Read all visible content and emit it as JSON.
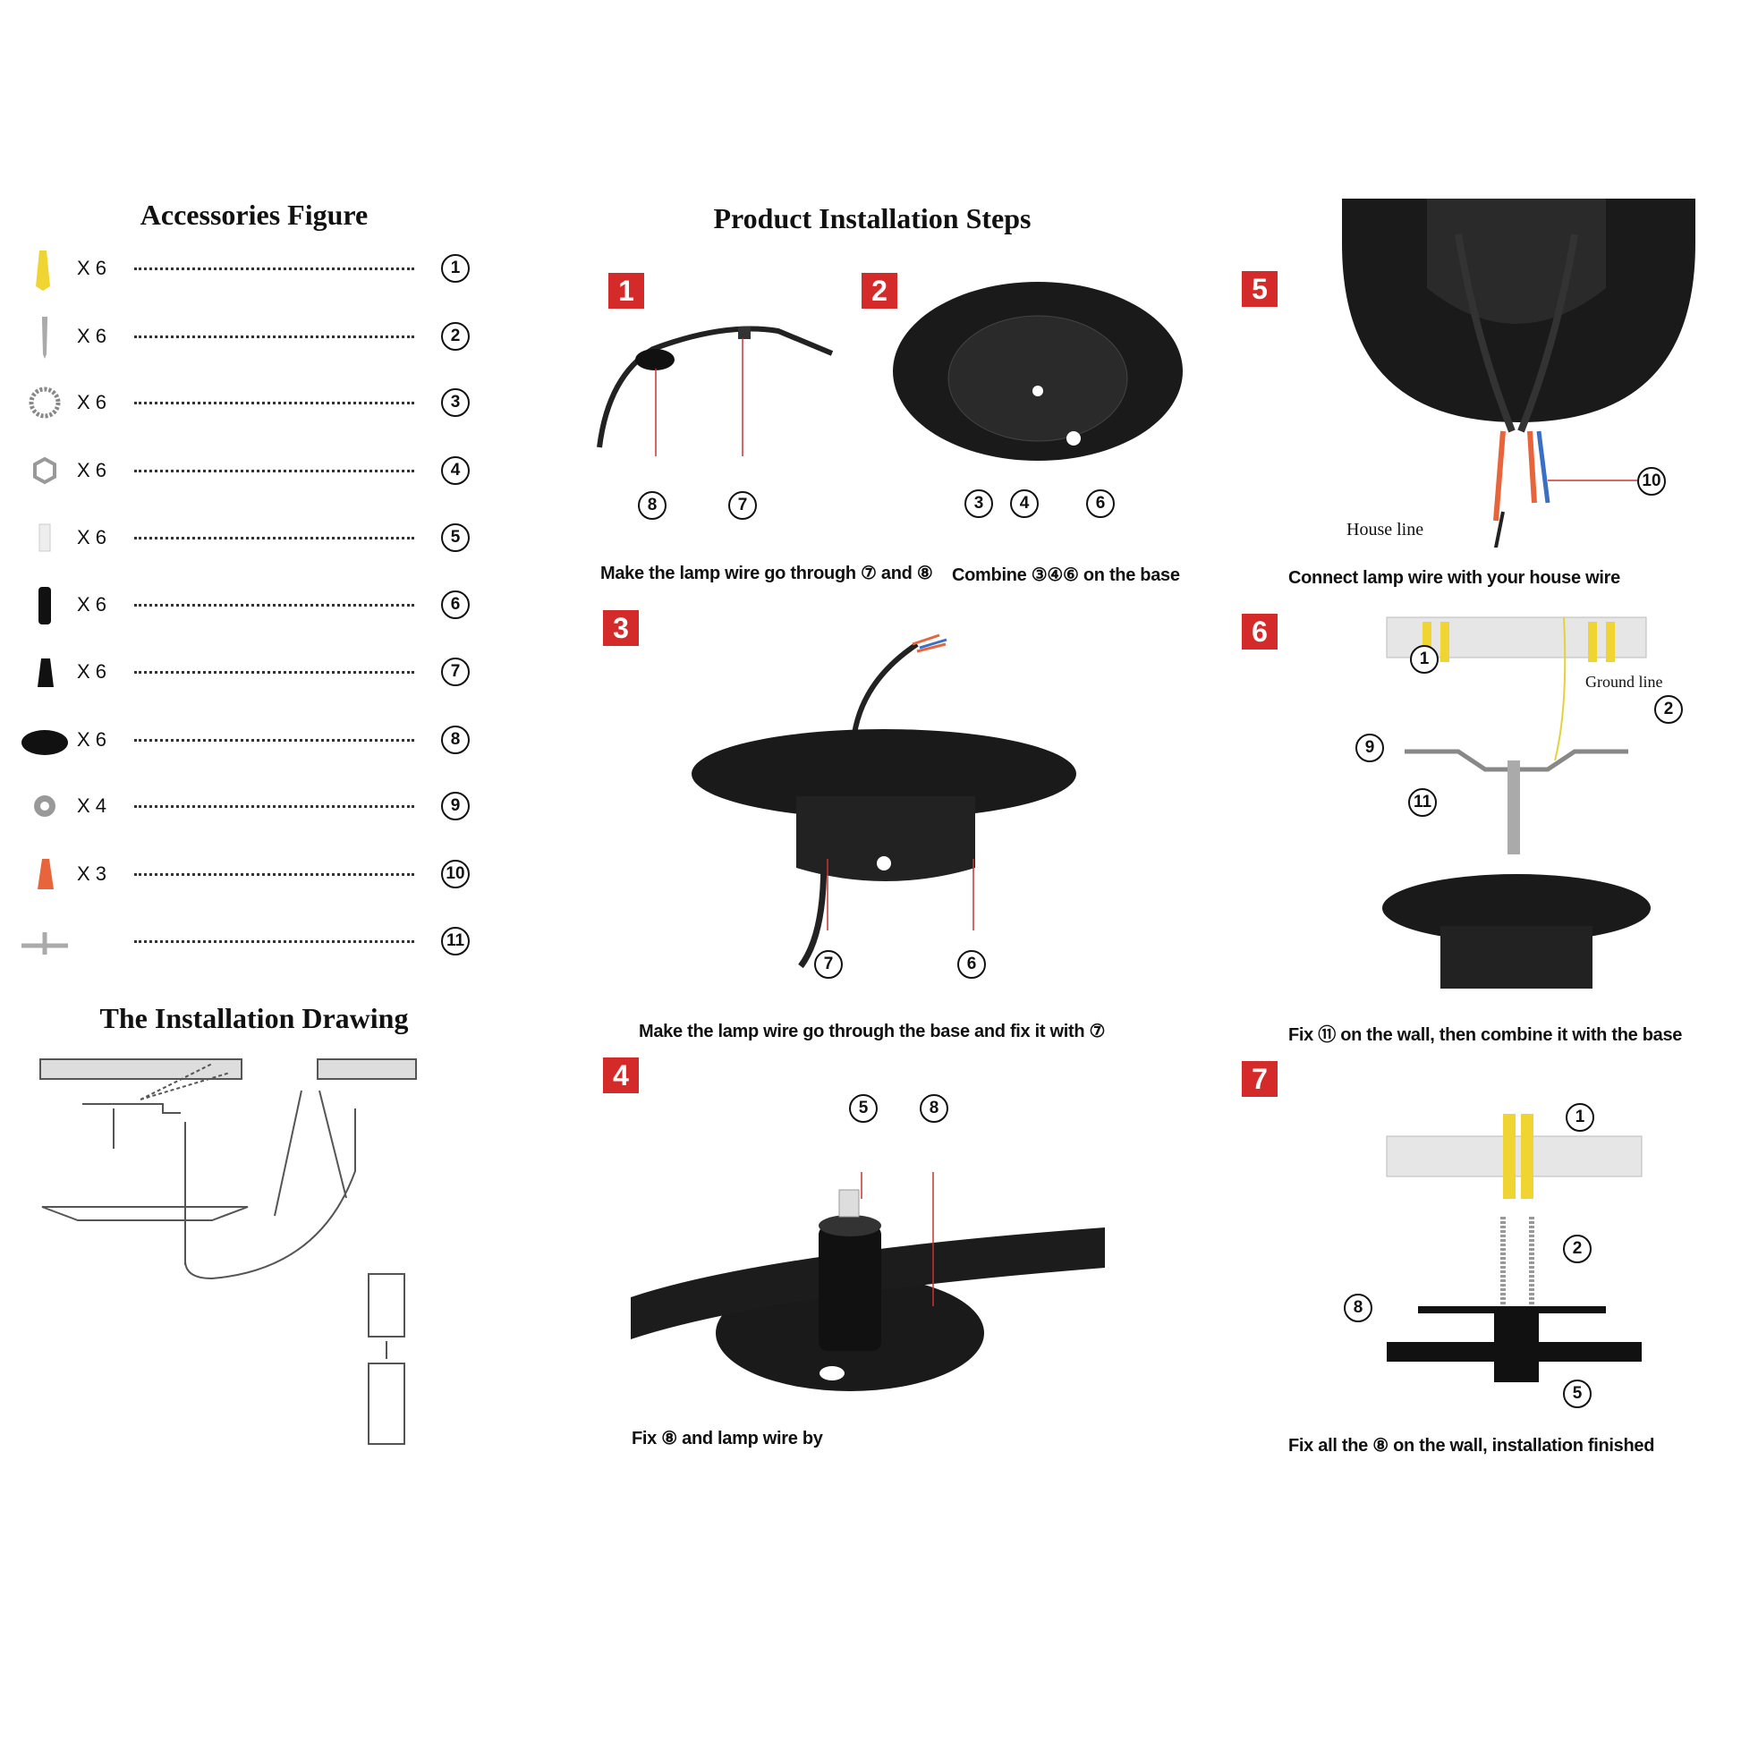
{
  "accessories": {
    "title": "Accessories Figure",
    "items": [
      {
        "icon": "wall-anchor-icon",
        "qty": "X 6",
        "num": "1"
      },
      {
        "icon": "screw-icon",
        "qty": "X 6",
        "num": "2"
      },
      {
        "icon": "star-washer-icon",
        "qty": "X 6",
        "num": "3"
      },
      {
        "icon": "hex-nut-icon",
        "qty": "X 6",
        "num": "4"
      },
      {
        "icon": "plastic-cap-icon",
        "qty": "X 6",
        "num": "5"
      },
      {
        "icon": "cord-grip-icon",
        "qty": "X 6",
        "num": "6"
      },
      {
        "icon": "rubber-grommet-icon",
        "qty": "X 6",
        "num": "7"
      },
      {
        "icon": "wire-holder-icon",
        "qty": "X 6",
        "num": "8"
      },
      {
        "icon": "flat-washer-icon",
        "qty": "X 4",
        "num": "9"
      },
      {
        "icon": "wire-connector-icon",
        "qty": "X 3",
        "num": "10"
      },
      {
        "icon": "mounting-bracket-icon",
        "qty": "",
        "num": "11"
      }
    ],
    "colors": {
      "anchor": "#f0d431",
      "connector": "#e8643a"
    }
  },
  "drawing": {
    "title": "The Installation Drawing"
  },
  "steps": {
    "title": "Product Installation Steps",
    "accent": "#d42a2a",
    "list": [
      {
        "n": "1",
        "caption": "Make the lamp wire go through ⑦ and ⑧",
        "callouts": [
          "8",
          "7"
        ]
      },
      {
        "n": "2",
        "caption": "Combine ③④⑥ on the base",
        "callouts": [
          "3",
          "4",
          "6"
        ]
      },
      {
        "n": "5",
        "caption": "Connect lamp wire with your house wire",
        "callouts": [
          "10"
        ],
        "label": "House line"
      },
      {
        "n": "3",
        "caption": "Make the lamp wire go through the base and fix it with ⑦",
        "callouts": [
          "7",
          "6"
        ]
      },
      {
        "n": "6",
        "caption": "Fix ⑪ on the wall, then combine it with the base",
        "callouts": [
          "1",
          "2",
          "9",
          "11"
        ],
        "label": "Ground line"
      },
      {
        "n": "4",
        "caption": "Fix ⑧ and lamp wire by",
        "callouts": [
          "5",
          "8"
        ]
      },
      {
        "n": "7",
        "caption": "Fix all the ⑧ on the wall, installation finished",
        "callouts": [
          "1",
          "2",
          "8",
          "5"
        ]
      }
    ]
  }
}
